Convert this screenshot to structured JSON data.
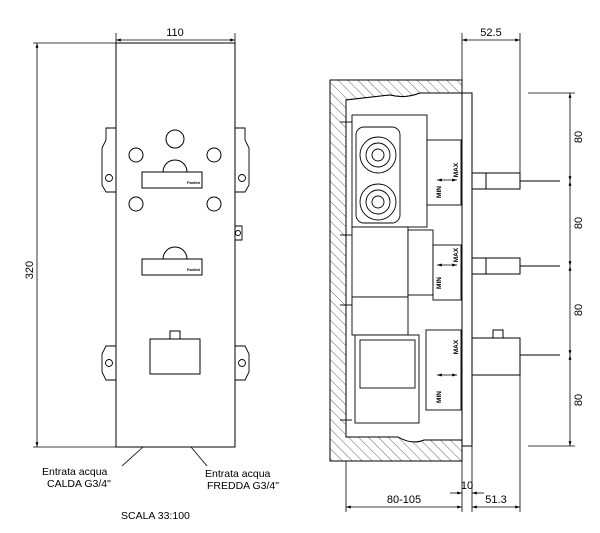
{
  "dimensions": {
    "front_width": "110",
    "front_height": "320",
    "depth_top": "52.5",
    "spacing": [
      "80",
      "80",
      "80",
      "80"
    ],
    "wall_depth": "80-105",
    "gap": "10",
    "projection": "51.3"
  },
  "labels": {
    "hot_line1": "Entrata acqua",
    "hot_line2": "CALDA  G3/4\"",
    "cold_line1": "Entrata acqua",
    "cold_line2": "FREDDA  G3/4\"",
    "scale": "SCALA  33:100"
  },
  "markings": {
    "min": "MIN",
    "max": "MAX",
    "brand": "Fantini"
  }
}
